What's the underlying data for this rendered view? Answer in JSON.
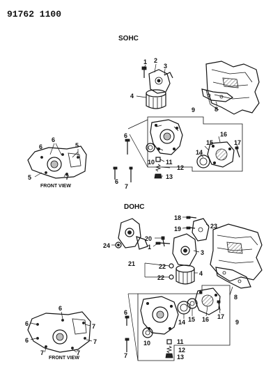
{
  "header": {
    "catalog_number": "91762 1100"
  },
  "sohc": {
    "title": "SOHC",
    "front_view_label": "FRONT VIEW",
    "callouts": [
      "1",
      "2",
      "3",
      "4",
      "8",
      "9",
      "6",
      "10",
      "11",
      "12",
      "13",
      "14",
      "15",
      "16",
      "17",
      "7",
      "6",
      "5",
      "5",
      "7"
    ]
  },
  "dohc": {
    "title": "DOHC",
    "front_view_label": "FRONT VIEW",
    "callouts": [
      "18",
      "19",
      "23",
      "20",
      "1",
      "24",
      "3",
      "21",
      "22",
      "4",
      "22",
      "8",
      "14",
      "15",
      "16",
      "17",
      "9",
      "6",
      "10",
      "11",
      "12",
      "13",
      "7",
      "6",
      "6",
      "7",
      "7",
      "7",
      "7",
      "6"
    ]
  }
}
